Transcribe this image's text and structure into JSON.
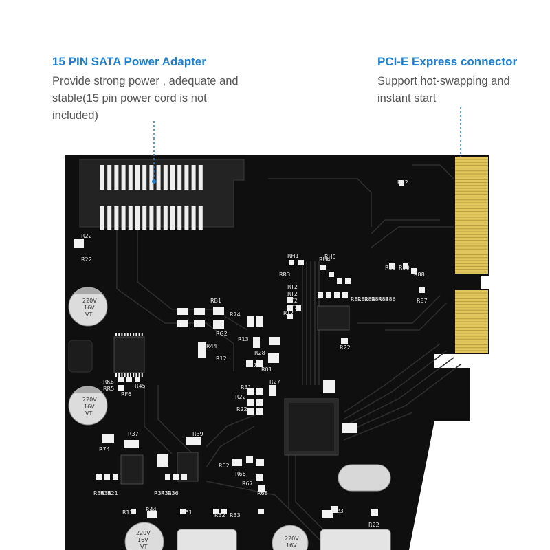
{
  "callouts": {
    "sata": {
      "title": "15 PIN SATA Power Adapter",
      "description": "Provide strong power , adequate and stable(15 pin power cord is not included)"
    },
    "pcie": {
      "title": "PCI-E Express connector",
      "description": "Support hot-swapping and instant start"
    }
  },
  "board": {
    "capacitor_labels": [
      "220V",
      "16V",
      "VT"
    ],
    "silkscreen": [
      "R22",
      "R22",
      "RB1",
      "R74",
      "RG2",
      "R13",
      "R44",
      "R12",
      "RT2",
      "RT2",
      "RT2",
      "RT2",
      "RT2",
      "RR3",
      "RH1",
      "RH4",
      "RH5",
      "R81",
      "R82",
      "R83",
      "R84",
      "R85",
      "R86",
      "R89",
      "R90",
      "R88",
      "R87",
      "R22",
      "R22",
      "R01",
      "R07",
      "R28",
      "R27",
      "R31",
      "R22",
      "R22",
      "RK6",
      "RR5",
      "RF6",
      "R45",
      "R74",
      "R37",
      "R39",
      "R38",
      "R62",
      "R66",
      "R67",
      "R68",
      "R36",
      "R35",
      "R21",
      "R34",
      "R33",
      "R36",
      "R17",
      "R44",
      "R51",
      "R32",
      "R33",
      "R23",
      "R22"
    ],
    "colors": {
      "pcb": "#0f0f0f",
      "trace": "#2e2e2e",
      "gold_finger": "#e2c75d",
      "accent": "#1e7fd0",
      "pad": "#f2f2f2"
    }
  }
}
